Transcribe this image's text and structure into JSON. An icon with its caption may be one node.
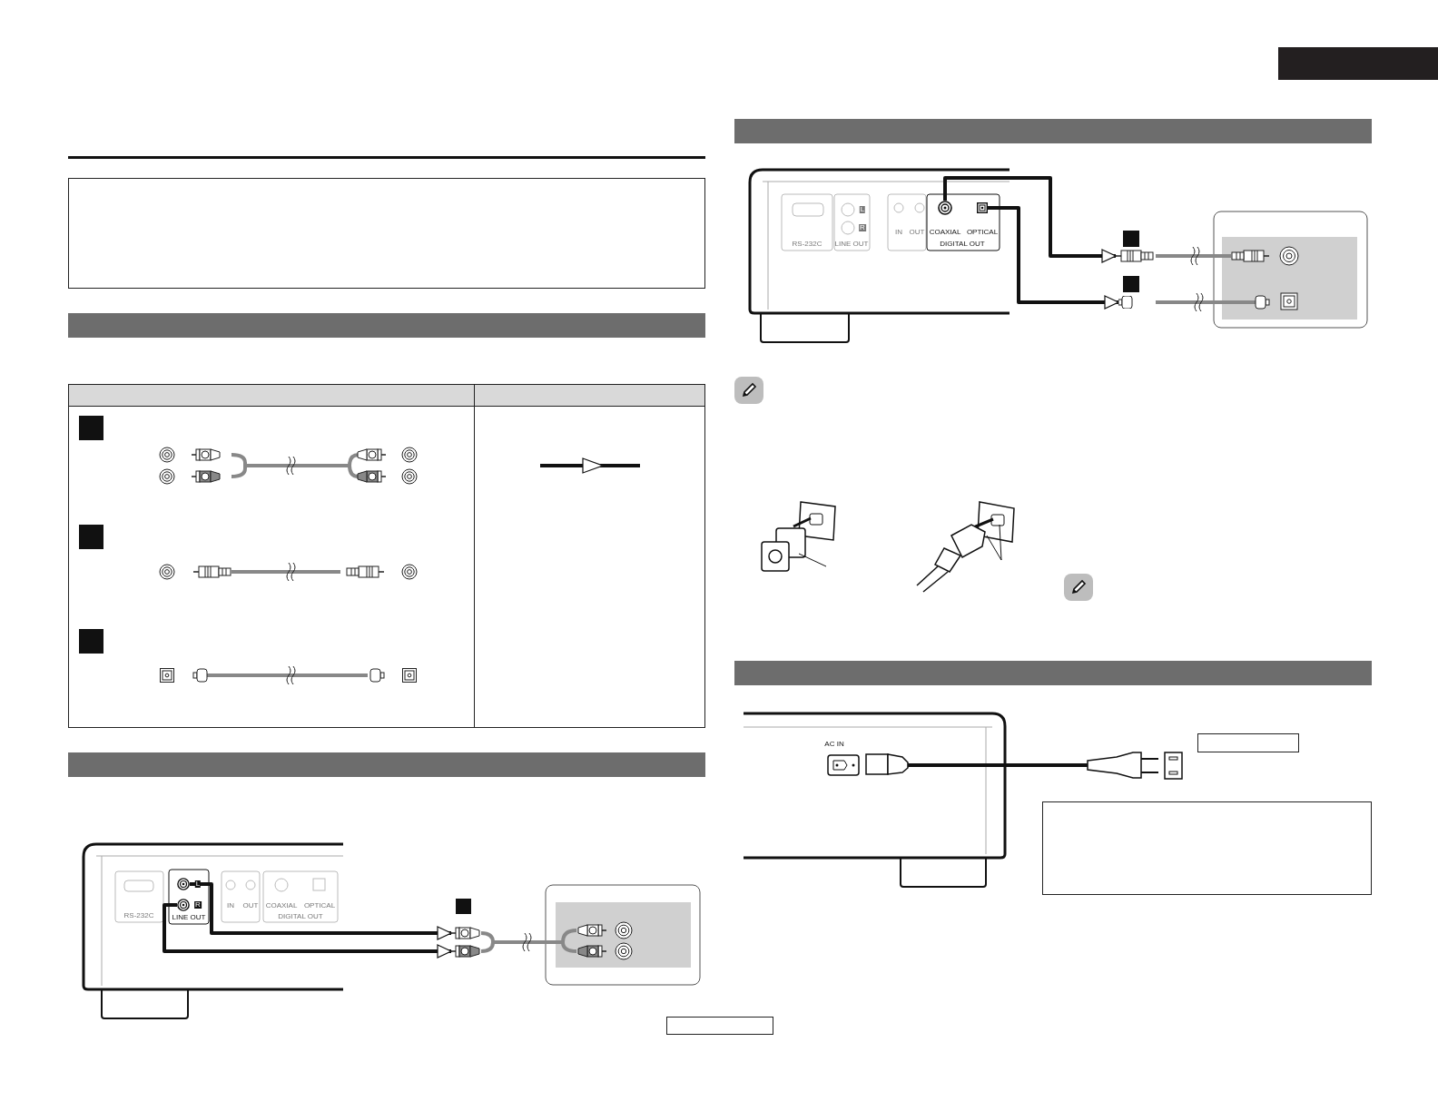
{
  "diagram": {
    "nodes": [
      {
        "text": [],
        "shape": "circle"
      },
      {
        "text": [],
        "shape": "circle"
      },
      {
        "text": [],
        "shape": "plug"
      },
      {
        "text": [],
        "shape": "plug"
      },
      {
        "text": [],
        "shape": "circle"
      },
      {
        "text": [],
        "shape": "box"
      },
      {
        "text": [],
        "shape": "plug"
      },
      {
        "text": [],
        "shape": "plug"
      },
      {
        "text": [],
        "shape": "bar"
      },
      {
        "text": [],
        "shape": "bar"
      },
      {
        "text": [],
        "shape": "bar"
      },
      {
        "text": [],
        "shape": "bar"
      }
    ],
    "edges": [
      {
        "from": 0,
        "to": 2,
        "arrow": "to"
      },
      {
        "from": 1,
        "to": 3,
        "arrow": "to"
      },
      {
        "from": 4,
        "to": 6,
        "arrow": "to"
      },
      {
        "from": 5,
        "to": 7,
        "arrow": "to"
      }
    ],
    "labels": [
      "L",
      "R",
      "RS-232C",
      "LINE OUT",
      "IN",
      "OUT",
      "COAXIAL",
      "OPTICAL",
      "DIGITAL OUT",
      "RS-232C",
      "L",
      "R",
      "LINE OUT",
      "IN",
      "OUT",
      "COAXIAL",
      "OPTICAL",
      "DIGITAL OUT",
      "AC IN"
    ]
  }
}
